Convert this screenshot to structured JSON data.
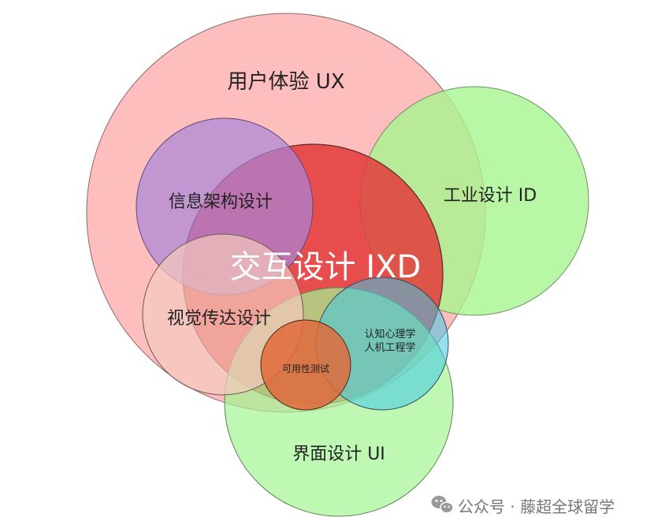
{
  "diagram": {
    "labels": {
      "ux": "用户体验 UX",
      "id": "工业设计 ID",
      "ia": "信息架构设计",
      "ixd": "交互设计 IXD",
      "vc": "视觉传达设计",
      "cog_line1": "认知心理学",
      "cog_line2": "人机工程学",
      "usability": "可用性测试",
      "ui": "界面设计  UI"
    },
    "colors": {
      "ux": "#ffb3b3",
      "id": "#a6f58f",
      "ia": "#a884d8",
      "ixd": "#e33a3a",
      "vc": "#f4c9bd",
      "ui": "#a3f593",
      "cog": "#3fc9e6",
      "usability": "#e06a3c",
      "wechat": "#9a9a9a"
    }
  },
  "watermark": {
    "text": "公众号 · 藤超全球留学",
    "icon": "wechat-icon"
  }
}
